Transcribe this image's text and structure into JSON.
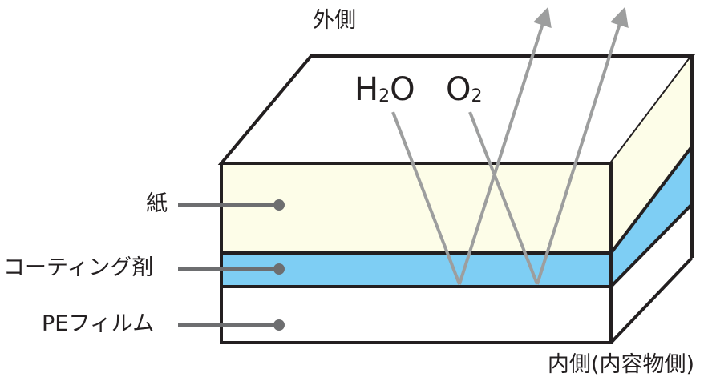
{
  "labels": {
    "outside": "外側",
    "inside": "内側(内容物側)",
    "paper": "紙",
    "coating": "コーティング剤",
    "pe_film": "PEフィルム"
  },
  "gases": {
    "water": {
      "main": "H",
      "sub": "2",
      "tail": "O"
    },
    "oxygen": {
      "main": "O",
      "sub": "2"
    }
  },
  "colors": {
    "paper_layer": "#fdfde8",
    "coating_layer": "#7ecef4",
    "pe_layer": "#ffffff",
    "outline": "#231f20",
    "arrow": "#9d9e9e",
    "leader": "#6d6e70"
  }
}
